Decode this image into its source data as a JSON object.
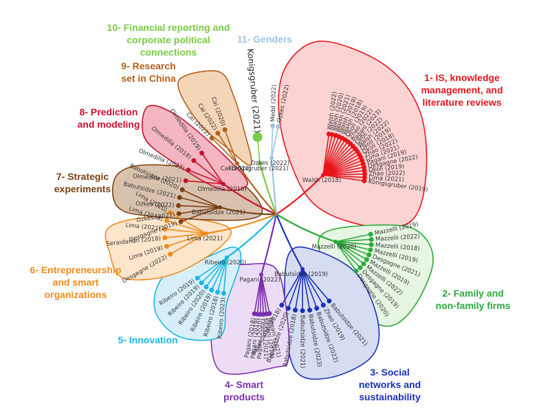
{
  "diagram": {
    "root_label": "Walsh (2018)",
    "clusters": [
      {
        "id": "c1",
        "title": [
          "1- IS, knowledge",
          "management, and",
          "literature reviews"
        ],
        "color": "#e8141c",
        "fill": "#fbd3d3",
        "hub_label": "Walsh (2018)",
        "leaves": [
          "Walsh (2022)",
          "Walsh (2020)",
          "Walsh (2021)",
          "Walsh (2019)",
          "Walsh (2018)",
          "Okoli (2019)",
          "Zhao (2022)",
          "Pagani (2023)",
          "Okoli (2022)",
          "Walsh (2022)",
          "Okoli (2019)",
          "Okoli (2018)",
          "Zhao (2022)",
          "Lima (2021)",
          "Pagani (2019)",
          "Desgagne (2022)",
          "Okoli (2019)",
          "Zhao (2022)",
          "Lima (2021)",
          "Konigsgruber (2019)"
        ]
      },
      {
        "id": "c2",
        "title": [
          "2- Family and",
          "non-family firms"
        ],
        "color": "#2ca83a",
        "fill": "#e6f6e3",
        "hub_label": "Mazzelli (2020)",
        "leaves": [
          "Mazzelli (2019)",
          "Mazzelli (2022)",
          "Mazzelli (2018)",
          "Mazzelli (2019)",
          "Desgagne (2021)",
          "Mazzelli (2019)",
          "Mazzelli (2022)",
          "Desgagne (2019)",
          "Desgagne (2020)"
        ]
      },
      {
        "id": "c3",
        "title": [
          "3- Social",
          "networks and",
          "sustainability"
        ],
        "color": "#1b2fb8",
        "fill": "#d6ddf3",
        "hub_label": "Babutsidze (2019)",
        "leaves": [
          "Babutsidze (2021)",
          "Zhao (2019)",
          "Babutsidze (2022)",
          "Babutsidze (2023)",
          "Babutsidze (2021)",
          "Babutsidze (2018)",
          "Babutsidze (2020)",
          "Babutsidze (2018)"
        ]
      },
      {
        "id": "c4",
        "title": [
          "4- Smart",
          "products"
        ],
        "color": "#7a2fae",
        "fill": "#ecdcf5",
        "hub_label": "Pagani (2022)",
        "leaves": [
          "Pagani (2021)",
          "Pagani (2019)",
          "Pagani (2021)",
          "Pagani (2020)",
          "Pagani (2019)",
          "Pagani (2018)"
        ]
      },
      {
        "id": "c5",
        "title": [
          "5- Innovation"
        ],
        "color": "#19b6e3",
        "fill": "#d7eff9",
        "hub_label": "Ribeiro (2020)",
        "leaves": [
          "Ribeiro (2023)",
          "Ribeiro (2018)",
          "Ribeiro (2019)",
          "Ribeiro (2020)",
          "Ribeiro (2019)",
          "Ribeiro (2019)"
        ]
      },
      {
        "id": "c6",
        "title": [
          "6- Entrepreneurship",
          "and smart",
          "organizations"
        ],
        "color": "#f08a1c",
        "fill": "#fde6cc",
        "hub_label": "Lima (2021)",
        "leaves": [
          "Desgagne (2022)",
          "Lima (2019)",
          "Seraidarian (2018)",
          "Lima (2021)",
          "Lima (2018)",
          "Lima (2020)"
        ]
      },
      {
        "id": "c7",
        "title": [
          "7- Strategic",
          "experiments"
        ],
        "color": "#7b3f12",
        "fill": "#d9c2ad",
        "hub_label": "Babutsidze (2021)",
        "leaves": [
          "Desgagne (2019)",
          "Ozkes (2021)",
          "Ozkes (2022)",
          "Babutsidze (2021)",
          "Babutsidze (2020)"
        ]
      },
      {
        "id": "c8",
        "title": [
          "8- Prediction",
          "and modeling"
        ],
        "color": "#c8102e",
        "fill": "#f4b6c0",
        "hub_label": "Olmedilla (2018)",
        "leaves": [
          "Olmedilla (2021)",
          "Olmedilla (2022)",
          "Olmedilla (2018)",
          "Olmedilla (2019)"
        ]
      },
      {
        "id": "c9",
        "title": [
          "9- Research",
          "set in China"
        ],
        "color": "#b45f1a",
        "fill": "#f5d5b8",
        "hub_label": "Cai (2022)",
        "leaves": [
          "Cai (2022)",
          "Cai (2022)",
          "Cai (2020)"
        ]
      },
      {
        "id": "c10",
        "title": [
          "10- Financial reporting and",
          "corporate political",
          "connections"
        ],
        "color": "#7ac943",
        "fill": "none",
        "hub_label": "Konigsgruber (2021)",
        "leaves": [
          "Konigsgruber (2021)"
        ]
      },
      {
        "id": "c11",
        "title": [
          "11- Genders"
        ],
        "color": "#9dc3e6",
        "fill": "none",
        "hub_label": "Ozkes (2022)",
        "leaves": [
          "Medd (2022)",
          "Ozkes (2022)"
        ]
      }
    ]
  }
}
